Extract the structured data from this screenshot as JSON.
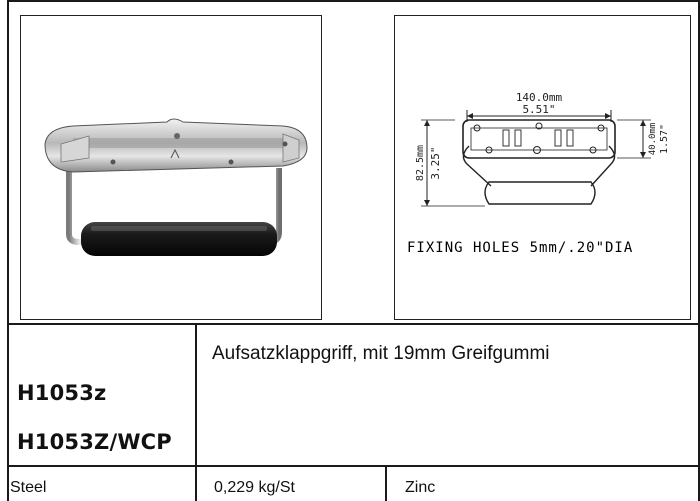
{
  "product": {
    "codes": [
      "H1053z",
      "H1053Z/WCP"
    ],
    "description": "Aufsatzklappgriff, mit 19mm Greifgummi"
  },
  "drawing": {
    "width_mm": "140.0mm",
    "width_in": "5.51\"",
    "height_mm": "82.5mm",
    "height_in": "3.25\"",
    "side_mm": "40.0mm",
    "side_in": "1.57\"",
    "fixing_note": "FIXING HOLES 5mm/.20\"DIA"
  },
  "specs": {
    "material": "Steel",
    "weight": "0,229 kg/St",
    "finish": "Zinc"
  }
}
